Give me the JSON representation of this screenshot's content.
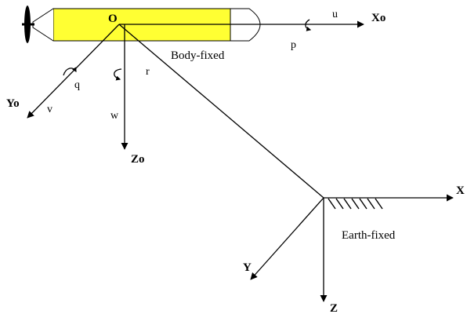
{
  "diagram": {
    "origin_label": "O",
    "body_frame_label": "Body-fixed",
    "earth_frame_label": "Earth-fixed",
    "body_axes": {
      "x": "Xo",
      "y": "Yo",
      "z": "Zo"
    },
    "earth_axes": {
      "x": "X",
      "y": "Y",
      "z": "Z"
    },
    "velocities": {
      "u": "u",
      "v": "v",
      "w": "w"
    },
    "angular_rates": {
      "p": "p",
      "q": "q",
      "r": "r"
    },
    "colors": {
      "hull": "#ffff33",
      "lines": "#000000"
    },
    "icons": [
      "propeller-icon",
      "rotation-arrow-icon",
      "ground-hatch-icon"
    ]
  }
}
